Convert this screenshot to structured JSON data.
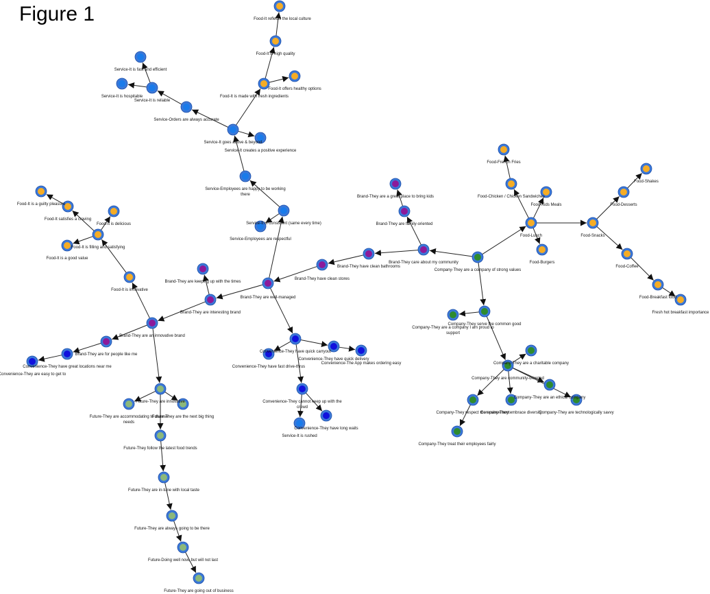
{
  "title": "Figure 1",
  "colors": {
    "ring": "#3b78d8",
    "edge": "#222222",
    "food": "#f5ac25",
    "service": "#1a7bea",
    "brand": "#8c1a9a",
    "convenience": "#1111dd",
    "future": "#8cb87a",
    "company": "#2e8b2e"
  },
  "nodes": [
    {
      "id": "food_culture",
      "label": "Food-It reflects the local culture",
      "group": "food"
    },
    {
      "id": "food_quality",
      "label": "Food-It is high quality",
      "group": "food"
    },
    {
      "id": "food_healthy",
      "label": "Food-It offers healthy options",
      "group": "food"
    },
    {
      "id": "food_fresh",
      "label": "Food-It is made with fresh ingredients",
      "group": "food"
    },
    {
      "id": "svc_fast",
      "label": "Service-It is fast and efficient",
      "group": "service"
    },
    {
      "id": "svc_hosp",
      "label": "Service-It is hospitable",
      "group": "service"
    },
    {
      "id": "svc_reliable",
      "label": "Service-It is reliable",
      "group": "service"
    },
    {
      "id": "svc_orders",
      "label": "Service-Orders are always accurate",
      "group": "service"
    },
    {
      "id": "svc_above",
      "label": "Service-It goes above & beyond",
      "group": "service"
    },
    {
      "id": "svc_positive",
      "label": "Service-It creates a positive experience",
      "group": "service"
    },
    {
      "id": "svc_happy",
      "label": "Service-Employees are happy to be working there",
      "group": "service"
    },
    {
      "id": "svc_consistent",
      "label": "Service-It is consistent (same every time)",
      "group": "service"
    },
    {
      "id": "svc_respect",
      "label": "Service-Employees are respectful",
      "group": "service"
    },
    {
      "id": "food_guilty",
      "label": "Food-It is a guilty pleasure",
      "group": "food"
    },
    {
      "id": "food_craving",
      "label": "Food-It satisfies a craving",
      "group": "food"
    },
    {
      "id": "food_delicious",
      "label": "Food-It is delicious",
      "group": "food"
    },
    {
      "id": "food_filling",
      "label": "Food-It is filling and satisfying",
      "group": "food"
    },
    {
      "id": "food_value",
      "label": "Food-It is a good value",
      "group": "food"
    },
    {
      "id": "food_innov",
      "label": "Food-It is innovative",
      "group": "food"
    },
    {
      "id": "brand_times",
      "label": "Brand-They are keeping up with the times",
      "group": "brand"
    },
    {
      "id": "brand_interesting",
      "label": "Brand-They are interesting brand",
      "group": "brand"
    },
    {
      "id": "brand_innov",
      "label": "Brand-They are an innovative brand",
      "group": "brand"
    },
    {
      "id": "brand_people",
      "label": "Brand-They are for people like me",
      "group": "brand"
    },
    {
      "id": "conv_locations",
      "label": "Convenience-They have great locations near me",
      "group": "convenience"
    },
    {
      "id": "conv_easy",
      "label": "Convenience-They are easy to get to",
      "group": "convenience"
    },
    {
      "id": "brand_managed",
      "label": "Brand-They are well-managed",
      "group": "brand"
    },
    {
      "id": "brand_clean",
      "label": "Brand-They have clean stores",
      "group": "brand"
    },
    {
      "id": "brand_bathrooms",
      "label": "Brand-They have clean bathrooms",
      "group": "brand"
    },
    {
      "id": "brand_community",
      "label": "Brand-They care about my community",
      "group": "brand"
    },
    {
      "id": "brand_family",
      "label": "Brand-They are family-oriented",
      "group": "brand"
    },
    {
      "id": "brand_kids",
      "label": "Brand-They are a great place to bring kids",
      "group": "brand"
    },
    {
      "id": "conv_carryout",
      "label": "Convenience-They have quick carryout",
      "group": "convenience"
    },
    {
      "id": "conv_drive",
      "label": "Convenience-They have fast drive-thrus",
      "group": "convenience"
    },
    {
      "id": "conv_delivery",
      "label": "Convenience-They have quick delivery",
      "group": "convenience"
    },
    {
      "id": "conv_app",
      "label": "Convenience-The App makes ordering easy",
      "group": "convenience"
    },
    {
      "id": "conv_crowd",
      "label": "Convenience-They cannot keep up with the crowd",
      "group": "convenience"
    },
    {
      "id": "svc_rushed",
      "label": "Service-It is rushed",
      "group": "service"
    },
    {
      "id": "conv_waits",
      "label": "Convenience-They have long waits",
      "group": "convenience"
    },
    {
      "id": "fut_innov",
      "label": "Future-They are innovative",
      "group": "future"
    },
    {
      "id": "fut_accom",
      "label": "Future-They are accommodating to diverse needs",
      "group": "future"
    },
    {
      "id": "fut_bigthing",
      "label": "Future-They are the next big thing",
      "group": "future"
    },
    {
      "id": "fut_trends",
      "label": "Future-They follow the latest food trends",
      "group": "future"
    },
    {
      "id": "fut_tune",
      "label": "Future-They are in-tune with local taste",
      "group": "future"
    },
    {
      "id": "fut_always",
      "label": "Future-They are always going to be there",
      "group": "future"
    },
    {
      "id": "fut_doing",
      "label": "Future-Doing well now, but will not last",
      "group": "future"
    },
    {
      "id": "fut_outbiz",
      "label": "Future-They are going out of business",
      "group": "future"
    },
    {
      "id": "comp_strong",
      "label": "Company-They are a company of strong values",
      "group": "company"
    },
    {
      "id": "comp_good",
      "label": "Company-They serve the common good",
      "group": "company"
    },
    {
      "id": "comp_proud",
      "label": "Company-They are a company I am proud to support",
      "group": "company"
    },
    {
      "id": "comp_charitable",
      "label": "Company-They are a charitable company",
      "group": "company"
    },
    {
      "id": "comp_community",
      "label": "Company-They are community-oriented",
      "group": "company"
    },
    {
      "id": "comp_ethical",
      "label": "Company-They are an ethical company",
      "group": "company"
    },
    {
      "id": "comp_tech",
      "label": "Company-They are technologically savvy",
      "group": "company"
    },
    {
      "id": "comp_respect_env",
      "label": "Company-They respect the environment",
      "group": "company"
    },
    {
      "id": "comp_diversity",
      "label": "Company-They embrace diversity",
      "group": "company"
    },
    {
      "id": "comp_employees",
      "label": "Company-They treat their employees fairly",
      "group": "company"
    },
    {
      "id": "food_lunch",
      "label": "Food-Lunch",
      "group": "food"
    },
    {
      "id": "food_chicken",
      "label": "Food-Chicken / Chicken Sandwiches",
      "group": "food"
    },
    {
      "id": "food_fries",
      "label": "Food-French Fries",
      "group": "food"
    },
    {
      "id": "food_kids",
      "label": "Food-Kids Meals",
      "group": "food"
    },
    {
      "id": "food_burgers",
      "label": "Food-Burgers",
      "group": "food"
    },
    {
      "id": "food_snacks",
      "label": "Food-Snacks",
      "group": "food"
    },
    {
      "id": "food_desserts",
      "label": "Food-Desserts",
      "group": "food"
    },
    {
      "id": "food_shakes",
      "label": "Food-Shakes",
      "group": "food"
    },
    {
      "id": "food_coffee",
      "label": "Food-Coffee",
      "group": "food"
    },
    {
      "id": "food_breakfast",
      "label": "Food-Breakfast food",
      "group": "food"
    },
    {
      "id": "fresh_breakfast",
      "label": "Fresh hot breakfast importance",
      "group": "food"
    }
  ],
  "edges": [
    [
      "food_quality",
      "food_culture"
    ],
    [
      "food_fresh",
      "food_quality"
    ],
    [
      "food_fresh",
      "food_healthy"
    ],
    [
      "svc_above",
      "food_fresh"
    ],
    [
      "svc_above",
      "svc_positive"
    ],
    [
      "svc_above",
      "svc_orders"
    ],
    [
      "svc_orders",
      "svc_reliable"
    ],
    [
      "svc_reliable",
      "svc_fast"
    ],
    [
      "svc_reliable",
      "svc_hosp"
    ],
    [
      "svc_happy",
      "svc_above"
    ],
    [
      "svc_consistent",
      "svc_happy"
    ],
    [
      "svc_consistent",
      "svc_respect"
    ],
    [
      "brand_managed",
      "svc_consistent"
    ],
    [
      "brand_managed",
      "brand_interesting"
    ],
    [
      "brand_interesting",
      "brand_times"
    ],
    [
      "brand_interesting",
      "brand_innov"
    ],
    [
      "brand_innov",
      "food_innov"
    ],
    [
      "food_innov",
      "food_filling"
    ],
    [
      "food_filling",
      "food_craving"
    ],
    [
      "food_filling",
      "food_delicious"
    ],
    [
      "food_filling",
      "food_value"
    ],
    [
      "food_craving",
      "food_guilty"
    ],
    [
      "brand_innov",
      "brand_people"
    ],
    [
      "brand_people",
      "conv_locations"
    ],
    [
      "conv_locations",
      "conv_easy"
    ],
    [
      "brand_innov",
      "fut_innov"
    ],
    [
      "fut_innov",
      "fut_accom"
    ],
    [
      "fut_innov",
      "fut_bigthing"
    ],
    [
      "fut_innov",
      "fut_trends"
    ],
    [
      "fut_trends",
      "fut_tune"
    ],
    [
      "fut_tune",
      "fut_always"
    ],
    [
      "fut_always",
      "fut_doing"
    ],
    [
      "fut_doing",
      "fut_outbiz"
    ],
    [
      "brand_managed",
      "conv_carryout"
    ],
    [
      "conv_carryout",
      "conv_drive"
    ],
    [
      "conv_carryout",
      "conv_delivery"
    ],
    [
      "conv_delivery",
      "conv_app"
    ],
    [
      "conv_carryout",
      "conv_crowd"
    ],
    [
      "conv_crowd",
      "svc_rushed"
    ],
    [
      "conv_crowd",
      "conv_waits"
    ],
    [
      "brand_clean",
      "brand_managed"
    ],
    [
      "brand_bathrooms",
      "brand_clean"
    ],
    [
      "brand_community",
      "brand_bathrooms"
    ],
    [
      "brand_community",
      "brand_family"
    ],
    [
      "brand_family",
      "brand_kids"
    ],
    [
      "comp_strong",
      "brand_community"
    ],
    [
      "comp_strong",
      "comp_good"
    ],
    [
      "comp_good",
      "comp_proud"
    ],
    [
      "comp_good",
      "comp_community"
    ],
    [
      "comp_community",
      "comp_charitable"
    ],
    [
      "comp_community",
      "comp_ethical"
    ],
    [
      "comp_community",
      "comp_tech"
    ],
    [
      "comp_community",
      "comp_respect_env"
    ],
    [
      "comp_community",
      "comp_diversity"
    ],
    [
      "comp_respect_env",
      "comp_employees"
    ],
    [
      "comp_strong",
      "food_lunch"
    ],
    [
      "food_lunch",
      "food_chicken"
    ],
    [
      "food_chicken",
      "food_fries"
    ],
    [
      "food_lunch",
      "food_kids"
    ],
    [
      "food_lunch",
      "food_burgers"
    ],
    [
      "food_lunch",
      "food_snacks"
    ],
    [
      "food_snacks",
      "food_desserts"
    ],
    [
      "food_desserts",
      "food_shakes"
    ],
    [
      "food_snacks",
      "food_coffee"
    ],
    [
      "food_coffee",
      "food_breakfast"
    ],
    [
      "food_breakfast",
      "fresh_breakfast"
    ]
  ]
}
